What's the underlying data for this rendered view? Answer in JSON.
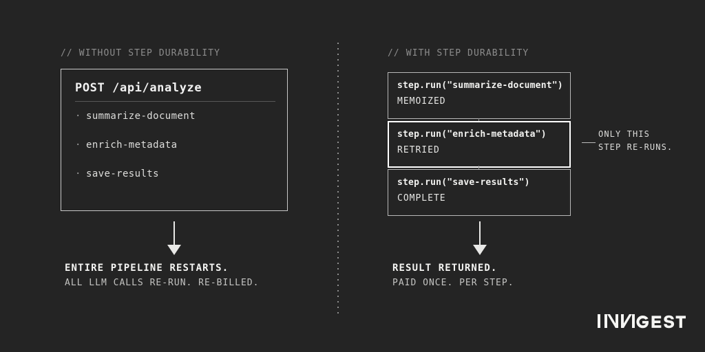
{
  "theme": {
    "background": "#242424",
    "text_primary": "#f3f3f1",
    "text_secondary": "#c4c4c2",
    "text_muted": "#8c8c8c",
    "border": "#b9b9b9",
    "border_highlight": "#ffffff",
    "accent": "#e9e9e7"
  },
  "left": {
    "comment": "// WITHOUT STEP DURABILITY",
    "card": {
      "title": "POST /api/analyze",
      "bullet_glyph": "·",
      "tasks": [
        "summarize-document",
        "enrich-metadata",
        "save-results"
      ]
    },
    "arrow": "arrow-down",
    "caption": {
      "primary": "ENTIRE PIPELINE RESTARTS.",
      "secondary": "ALL LLM CALLS RE-RUN. RE-BILLED."
    }
  },
  "right": {
    "comment": "// WITH STEP DURABILITY",
    "steps": [
      {
        "call": "step.run(\"summarize-document\")",
        "state": "MEMOIZED",
        "highlighted": false
      },
      {
        "call": "step.run(\"enrich-metadata\")",
        "state": "RETRIED",
        "highlighted": true
      },
      {
        "call": "step.run(\"save-results\")",
        "state": "COMPLETE",
        "highlighted": false
      }
    ],
    "callout": {
      "line1": "ONLY THIS",
      "line2": "STEP RE-RUNS."
    },
    "arrow": "arrow-down",
    "caption": {
      "primary": "RESULT RETURNED.",
      "secondary": "PAID ONCE. PER STEP."
    }
  },
  "brand": {
    "name": "INNGEST"
  }
}
